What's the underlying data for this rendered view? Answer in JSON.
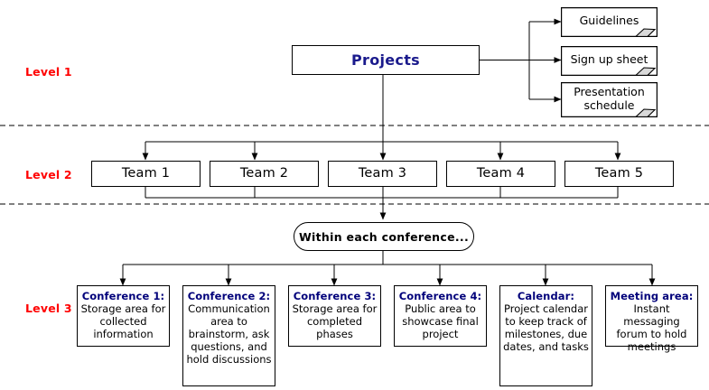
{
  "diagram": {
    "title_text": "Projects",
    "levels": [
      {
        "label": "Level 1"
      },
      {
        "label": "Level 2"
      },
      {
        "label": "Level 3"
      }
    ],
    "root": {
      "label": "Projects"
    },
    "documents": [
      {
        "label": "Guidelines"
      },
      {
        "label": "Sign up sheet"
      },
      {
        "label": "Presentation schedule"
      }
    ],
    "teams": [
      {
        "label": "Team 1"
      },
      {
        "label": "Team 2"
      },
      {
        "label": "Team 3"
      },
      {
        "label": "Team 4"
      },
      {
        "label": "Team 5"
      }
    ],
    "conference_note": {
      "label": "Within each conference..."
    },
    "areas": [
      {
        "head": "Conference 1:",
        "body": "Storage area for collected information"
      },
      {
        "head": "Conference 2:",
        "body": "Communication area to brainstorm, ask questions, and hold discussions"
      },
      {
        "head": "Conference 3:",
        "body": "Storage area for completed phases"
      },
      {
        "head": "Conference 4:",
        "body": "Public area to showcase final project"
      },
      {
        "head": "Calendar:",
        "body": "Project calendar to keep track of milestones, due dates, and tasks"
      },
      {
        "head": "Meeting area:",
        "body": "Instant messaging forum to hold meetings"
      }
    ],
    "colors": {
      "level_label": "#ff0000",
      "root_text": "#1a1a8c",
      "card_head": "#00007a",
      "line": "#000000",
      "background": "#ffffff"
    }
  }
}
